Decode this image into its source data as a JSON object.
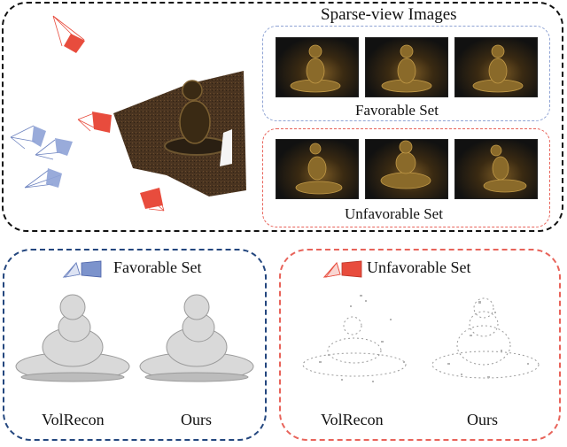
{
  "top": {
    "sparse_title": "Sparse-view Images",
    "favorable_caption": "Favorable Set",
    "unfavorable_caption": "Unfavorable Set"
  },
  "bottom_left": {
    "legend": "Favorable Set",
    "method_left": "VolRecon",
    "method_right": "Ours"
  },
  "bottom_right": {
    "legend": "Unfavorable Set",
    "method_left": "VolRecon",
    "method_right": "Ours"
  },
  "colors": {
    "favorable": "#7c93cc",
    "unfavorable": "#e84c3d",
    "frame_top": "#111111",
    "frame_left": "#23467e",
    "frame_right": "#e8635a"
  }
}
